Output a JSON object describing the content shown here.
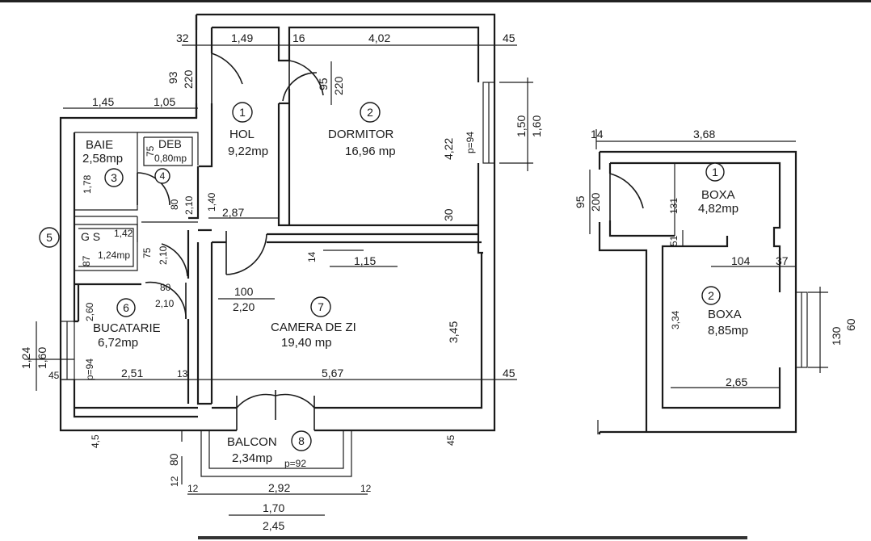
{
  "plan": {
    "rooms": [
      {
        "id": "hol",
        "number": "1",
        "name": "HOL",
        "area": "9,22mp"
      },
      {
        "id": "dormitor",
        "number": "2",
        "name": "DORMITOR",
        "area": "16,96 mp"
      },
      {
        "id": "baie",
        "number": "3",
        "name": "BAIE",
        "area": "2,58mp"
      },
      {
        "id": "deb",
        "number": "4",
        "name": "DEB",
        "area": "0,80mp"
      },
      {
        "id": "gs",
        "number": "5",
        "name": "G S",
        "area": "1,24mp"
      },
      {
        "id": "bucatarie",
        "number": "6",
        "name": "BUCATARIE",
        "area": "6,72mp"
      },
      {
        "id": "camera",
        "number": "7",
        "name": "CAMERA DE ZI",
        "area": "19,40 mp"
      },
      {
        "id": "balcon",
        "number": "8",
        "name": "BALCON",
        "area": "2,34mp"
      }
    ],
    "window_labels": [
      "p=94",
      "p=94",
      "p=92"
    ],
    "dimensions": {
      "top_32": "32",
      "top_149": "1,49",
      "top_16": "16",
      "top_402": "4,02",
      "top_45": "45",
      "hol_93": "93",
      "hol_220": "220",
      "dorm_95": "95",
      "dorm_220": "220",
      "row_145": "1,45",
      "row_105": "1,05",
      "dorm_422": "4,22",
      "dorm_30": "30",
      "right_150": "1,50",
      "right_160": "1,60",
      "baie_178": "1,78",
      "deb_75": "75",
      "deb_80": "80",
      "deb_210": "2,10",
      "hol_140": "1,40",
      "hol_287": "2,87",
      "gs_142": "1,42",
      "gs_87": "87",
      "gs_75": "75",
      "gs_210": "2,10",
      "cam_14": "14",
      "cam_115": "1,15",
      "cam_100": "100",
      "cam_220": "2,20",
      "buc_80": "80",
      "buc_210": "2,10",
      "buc_260": "2,60",
      "left_124": "1,24",
      "left_160": "1,60",
      "left_45": "45",
      "buc_251": "2,51",
      "buc_13": "13",
      "cam_567": "5,67",
      "cam_45r": "45",
      "cam_345": "3,45",
      "bot_45l": "4,5",
      "bot_45c": "45",
      "bal_80": "80",
      "bal_12v": "12",
      "bal_12l": "12",
      "bal_292": "2,92",
      "bal_12r": "12",
      "bal_170": "1,70",
      "bal_245": "2,45"
    }
  },
  "annex": {
    "rooms": [
      {
        "id": "boxa1",
        "number": "1",
        "name": "BOXA",
        "area": "4,82mp"
      },
      {
        "id": "boxa2",
        "number": "2",
        "name": "BOXA",
        "area": "8,85mp"
      }
    ],
    "dimensions": {
      "top_14": "14",
      "top_368": "3,68",
      "door_95": "95",
      "door_200": "200",
      "b1_131": "131",
      "b2_51": "51",
      "b2_104": "104",
      "b2_37": "37",
      "b2_334": "3,34",
      "b2_265": "2,65",
      "right_130": "130",
      "right_60": "60"
    }
  }
}
